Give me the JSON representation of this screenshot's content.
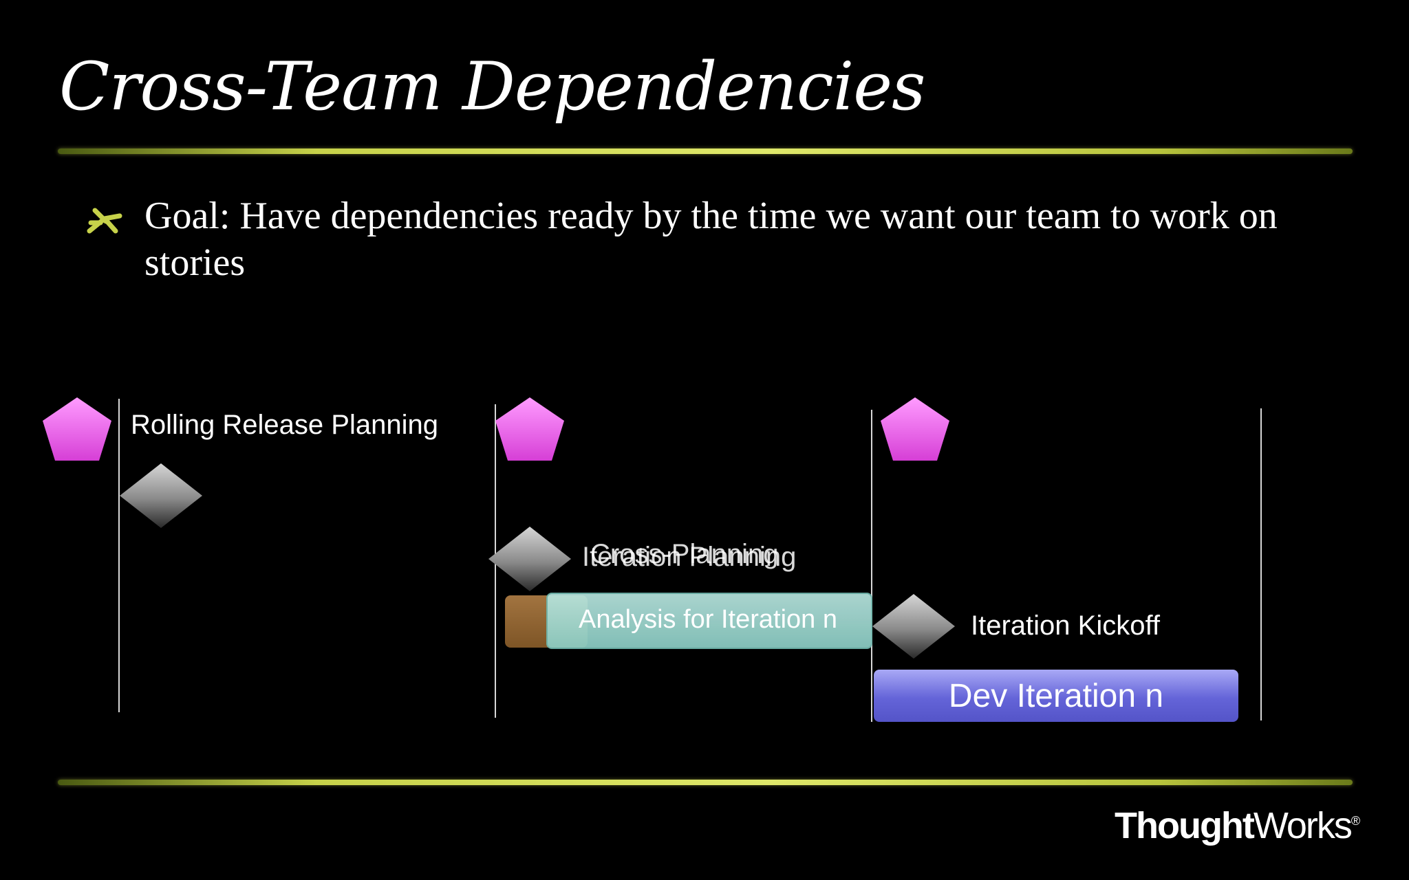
{
  "slide": {
    "title": "Cross-Team Dependencies",
    "bullet": "Goal: Have dependencies ready by the time we want our team to work on stories"
  },
  "diagram": {
    "labels": {
      "rolling_release_planning": "Rolling Release Planning",
      "cross_planning": "Cross-Planning",
      "iteration_planning": "Iteration Planning",
      "iteration_kickoff": "Iteration Kickoff",
      "analysis_bar": "Analysis for Iteration n",
      "dev_bar": "Dev Iteration n"
    },
    "colors": {
      "milestone_pentagon": "#e85ee8",
      "event_diamond": "#9a9a9a",
      "analysis_bar": "#a8ddd6",
      "prep_bar": "#8e6130",
      "dev_bar": "#6a6ae0",
      "rule": "#cbd64e",
      "bullet_star": "#c7d24a"
    }
  },
  "footer": {
    "logo_bold": "Thought",
    "logo_regular": "Works",
    "logo_mark": "®"
  }
}
